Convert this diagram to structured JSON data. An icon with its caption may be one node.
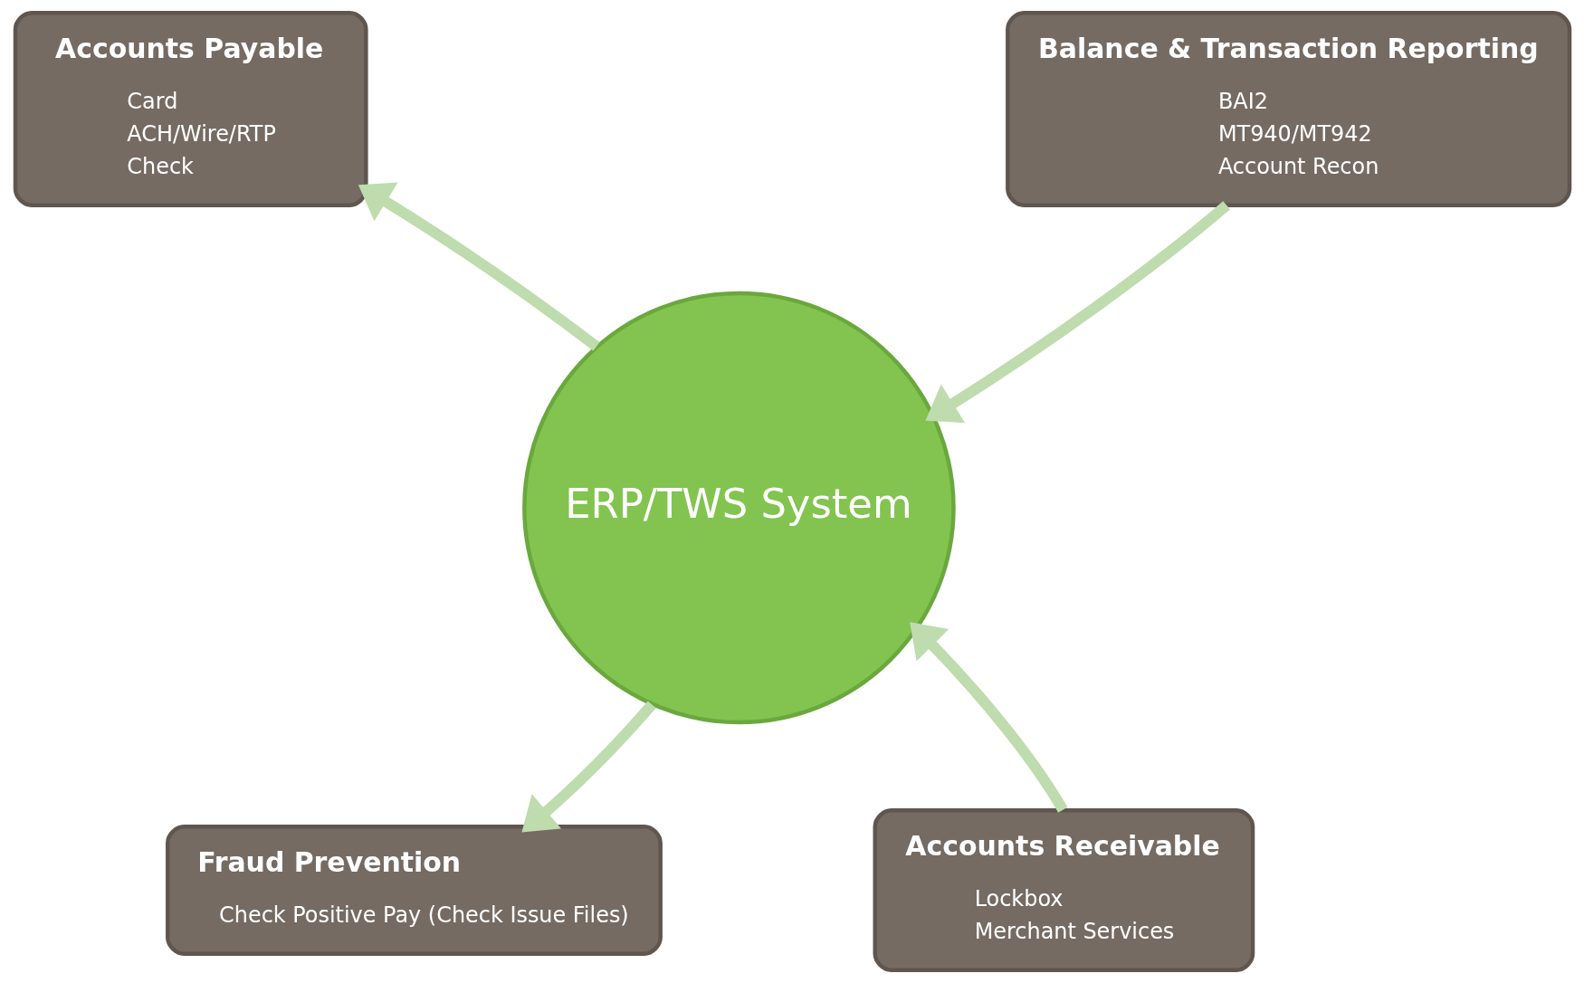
{
  "diagram": {
    "nodes": [
      {
        "text": [
          "ERP/TWS System"
        ]
      },
      {
        "text": [
          "Accounts Payable",
          "Card",
          "ACH/Wire/RTP",
          "Check"
        ]
      },
      {
        "text": [
          "Balance & Transaction Reporting",
          "BAI2",
          "MT940/MT942",
          "Account Recon"
        ]
      },
      {
        "text": [
          "Fraud Prevention",
          "Check Positive Pay (Check Issue Files)"
        ]
      },
      {
        "text": [
          "Accounts Receivable",
          "Lockbox",
          "Merchant Services"
        ]
      }
    ],
    "edges": [
      {
        "from": 0,
        "to": 1,
        "arrow": "to"
      },
      {
        "from": 2,
        "to": 0,
        "arrow": "to"
      },
      {
        "from": 0,
        "to": 3,
        "arrow": "to"
      },
      {
        "from": 4,
        "to": 0,
        "arrow": "to"
      }
    ]
  }
}
